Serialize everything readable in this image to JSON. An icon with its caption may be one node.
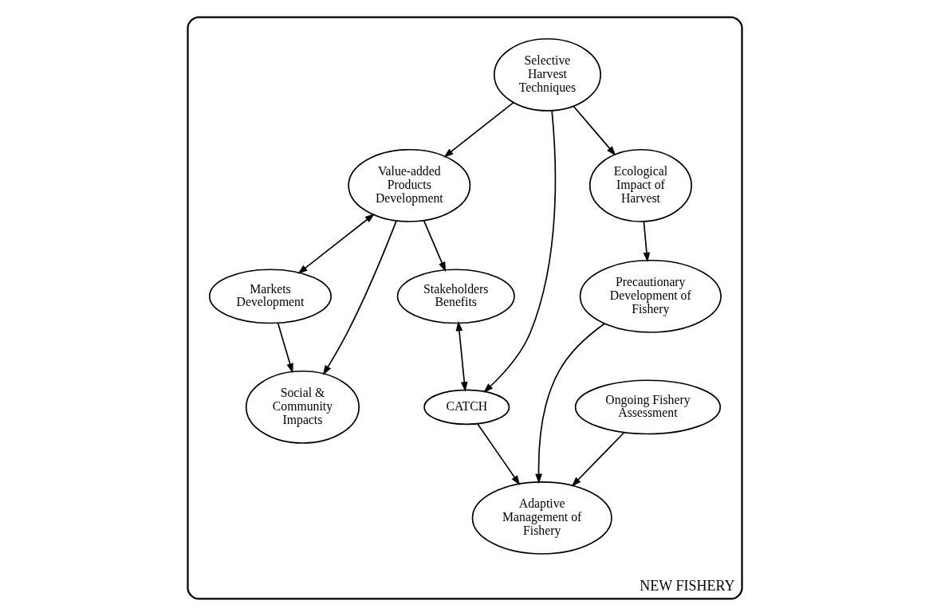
{
  "diagram": {
    "nodes": [
      {
        "text": [
          "NEW FISHERY"
        ]
      },
      {
        "text": [
          "Ongoing Fishery Assessment"
        ],
        "in": 0
      },
      {
        "text": [
          "Selective Harvest Techniques"
        ],
        "in": 0
      },
      {
        "text": [
          "Value-added Products Development"
        ],
        "in": 0
      },
      {
        "text": [
          "Adaptive Management of Fishery"
        ],
        "in": 0
      },
      {
        "text": [
          "Ecological Impact of Harvest"
        ],
        "in": 0
      },
      {
        "text": [
          "Stakeholders Benefits"
        ],
        "in": 0
      },
      {
        "text": [
          "Markets Development"
        ],
        "in": 0
      },
      {
        "text": [
          "Precautionary Development of Fishery"
        ],
        "in": 0
      },
      {
        "text": [
          "Social & Community Impacts"
        ],
        "in": 0
      },
      {
        "text": [
          "CATCH"
        ],
        "in": 0
      }
    ],
    "edges": [
      {
        "from": 1,
        "to": 4,
        "arrow": "to"
      },
      {
        "from": 2,
        "to": 5,
        "arrow": "to"
      },
      {
        "from": 2,
        "to": 10,
        "arrow": "to"
      },
      {
        "from": 2,
        "to": 3,
        "arrow": "to"
      },
      {
        "from": 3,
        "to": 6,
        "arrow": "to"
      },
      {
        "from": 3,
        "to": 9,
        "arrow": "to"
      },
      {
        "from": 3,
        "to": 7,
        "arrow": "both"
      },
      {
        "from": 5,
        "to": 8,
        "arrow": "to"
      },
      {
        "from": 8,
        "to": 4,
        "arrow": "to"
      },
      {
        "from": 10,
        "to": 4,
        "arrow": "to"
      },
      {
        "from": 6,
        "to": 10,
        "arrow": "both"
      },
      {
        "from": 7,
        "to": 9,
        "arrow": "to"
      }
    ]
  }
}
